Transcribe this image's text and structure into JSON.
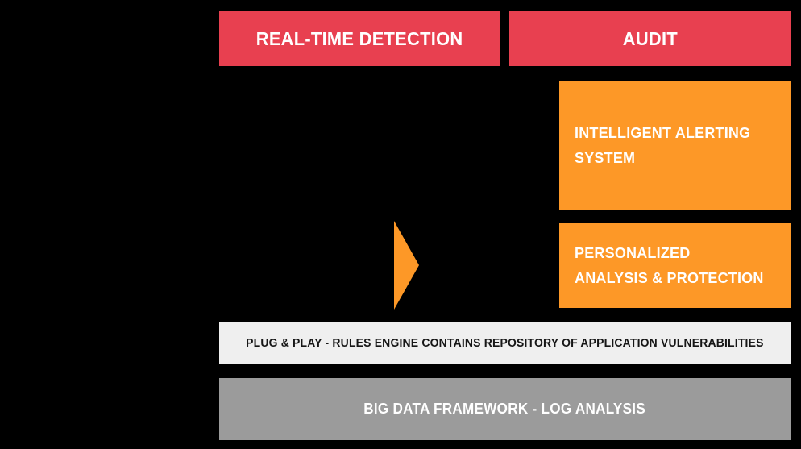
{
  "diagram": {
    "headers": [
      {
        "id": "real-time-detection",
        "label": "REAL-TIME DETECTION"
      },
      {
        "id": "audit",
        "label": "AUDIT"
      }
    ],
    "feature_boxes": [
      {
        "id": "intelligent-alerting-system",
        "lines": [
          "INTELLIGENT ALERTING",
          "SYSTEM"
        ]
      },
      {
        "id": "personalized-analysis-protection",
        "lines": [
          "PERSONALIZED",
          "ANALYSIS & PROTECTION"
        ]
      }
    ],
    "arrow": {
      "name": "right-arrow",
      "direction": "right",
      "color": "#fd9827"
    },
    "bars": [
      {
        "id": "plug-and-play",
        "label": "PLUG & PLAY - RULES ENGINE CONTAINS REPOSITORY OF APPLICATION VULNERABILITIES"
      },
      {
        "id": "big-data",
        "label": "BIG DATA FRAMEWORK - LOG ANALYSIS"
      }
    ],
    "colors": {
      "background": "#000000",
      "header_red": "#e84050",
      "feature_orange": "#fd9827",
      "plug_bar_background": "#efefef",
      "plug_bar_text": "#161616",
      "big_data_bar_background": "#9b9b9b",
      "box_text": "#ffffff"
    }
  }
}
